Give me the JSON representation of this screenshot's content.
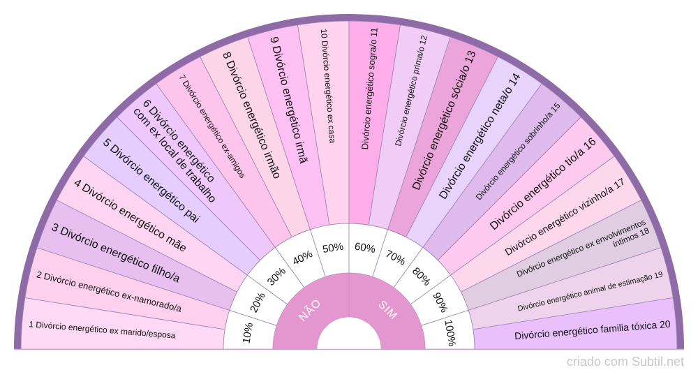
{
  "segments": [
    {
      "lines": [
        "1 Divórcio energético ex marido/esposa"
      ],
      "color": "#fdd9f5"
    },
    {
      "lines": [
        "2 Divórcio energético ex-namorado/a"
      ],
      "color": "#fdd0ee"
    },
    {
      "lines": [
        "3 Divórcio energético  filho/a"
      ],
      "color": "#e8c0f0"
    },
    {
      "lines": [
        "4 Divórcio energético  mãe"
      ],
      "color": "#fdd5f2"
    },
    {
      "lines": [
        "5 Divórcio energético  pai"
      ],
      "color": "#e5cefe"
    },
    {
      "lines": [
        "6 Divórcio energético",
        "com ex local de trabalho"
      ],
      "color": "#efc8fb"
    },
    {
      "lines": [
        "7 Divórcio energético ex-amigos"
      ],
      "color": "#fdc4ec"
    },
    {
      "lines": [
        "8 Divórcio energético irmão"
      ],
      "color": "#fcd5e8"
    },
    {
      "lines": [
        "9 Divórcio energético irmã"
      ],
      "color": "#fcc0f3"
    },
    {
      "lines": [
        "10 Divórcio energético ex casa"
      ],
      "color": "#fdd3ee"
    },
    {
      "lines": [
        "Divórcio energético  sogra/o  11"
      ],
      "color": "#fdaeea"
    },
    {
      "lines": [
        "Divórcio energético  prima/o   12"
      ],
      "color": "#f0ccf6"
    },
    {
      "lines": [
        "Divórcio energético  sócia/o 13"
      ],
      "color": "#eba5da"
    },
    {
      "lines": [
        "Divórcio energético  neta/o 14"
      ],
      "color": "#e8d3fd"
    },
    {
      "lines": [
        "Divórcio energético sobrinho/a 15"
      ],
      "color": "#dfbaec"
    },
    {
      "lines": [
        "Divórcio energético  tio/a 16"
      ],
      "color": "#fec9ef"
    },
    {
      "lines": [
        "Divórcio energético vizinho/a 17"
      ],
      "color": "#fdd7ec"
    },
    {
      "lines": [
        "Divórcio energético ex envolvimentos",
        "íntimos 18"
      ],
      "color": "#e1cde1"
    },
    {
      "lines": [
        "Divórcio energético animal de estimação   19"
      ],
      "color": "#efd3ec"
    },
    {
      "lines": [
        "Divórcio energético  familia tóxica  20"
      ],
      "color": "#e9c0fc"
    }
  ],
  "percentages": [
    "10%",
    "20%",
    "30%",
    "40%",
    "50%",
    "60%",
    "70%",
    "80%",
    "90%",
    "100%"
  ],
  "answers": {
    "no": "NÃO",
    "yes": "SIM"
  },
  "watermark": "criado com Subtil.net",
  "colors": {
    "rim": "#8e6aa6",
    "divider": "#9b82b3",
    "answer_ring": "#e497cf",
    "percent_ring": "#ffffff"
  }
}
